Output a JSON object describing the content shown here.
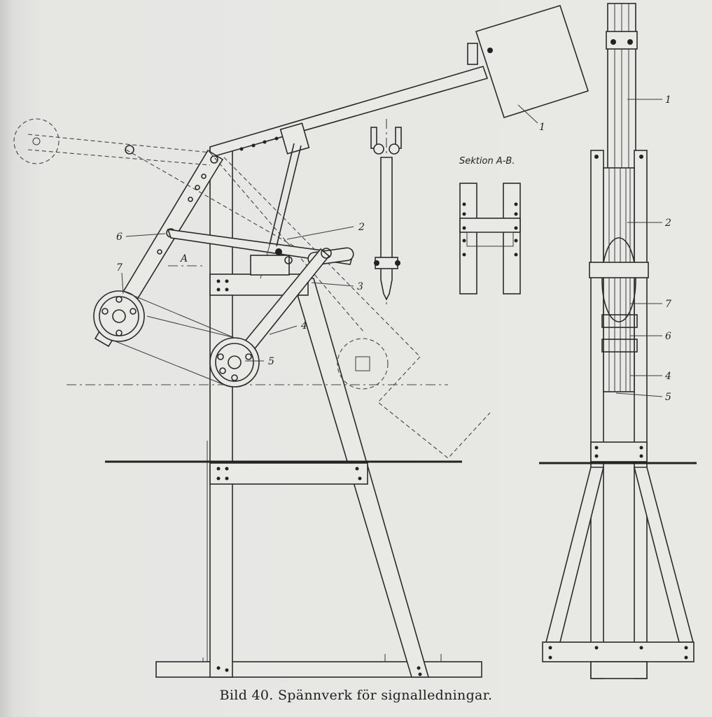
{
  "caption": "Bild 40.  Spännverk för signalledningar.",
  "section_label": "Sektion A-B.",
  "side_view_labels": {
    "part_1": "1",
    "part_2": "2",
    "part_3": "3",
    "part_4": "4",
    "part_5": "5",
    "part_6": "6",
    "part_7": "7",
    "section_mark": "A"
  },
  "front_view_labels": {
    "part_1": "1",
    "part_2": "2",
    "part_7": "7",
    "part_6": "6",
    "part_4": "4",
    "part_5": "5"
  }
}
